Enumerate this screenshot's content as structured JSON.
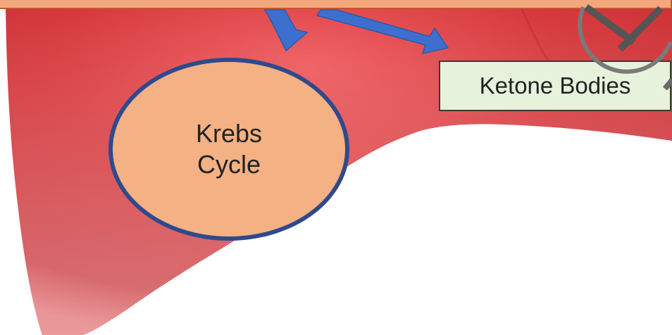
{
  "diagram": {
    "nodes": {
      "krebs_cycle": {
        "label_line1": "Krebs",
        "label_line2": "Cycle"
      },
      "ketone_bodies": {
        "label": "Ketone Bodies"
      }
    },
    "edges": [
      {
        "to": "krebs_cycle",
        "style": "thick blue arrow"
      },
      {
        "to": "ketone_bodies",
        "style": "thin blue arrow"
      }
    ],
    "background": {
      "subject": "liver",
      "color": "#d6383c"
    }
  },
  "colors": {
    "banner_fill": "#f4a77c",
    "banner_border": "#c0582a",
    "circle_fill": "#f4b183",
    "circle_border": "#2f4a8c",
    "arrow_fill": "#3d6fcf",
    "arrow_outline": "#2e5aa8",
    "box_fill": "#e6f2dc",
    "close_mark": "#555555"
  },
  "icons": {
    "close": "close-icon"
  }
}
